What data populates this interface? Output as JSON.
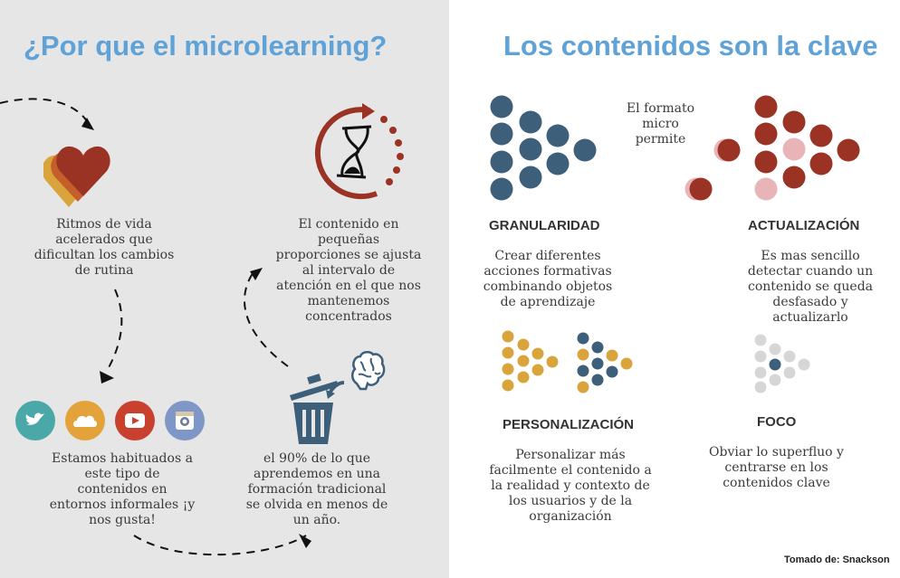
{
  "left": {
    "title": "¿Por que el  microlearning?",
    "heart_text": "Ritmos de vida\nacelerados que\ndificultan los cambios\nde rutina",
    "hourglass_text": "El contenido en\npequeñas\nproporciones se ajusta\nal intervalo de\natención en el que nos\nmantenemos\nconcentrados",
    "social_text": "Estamos habituados a\neste tipo de\ncontenidos en\nentornos informales ¡y\nnos gusta!",
    "trash_text": "el 90% de lo que\naprendemos en una\nformación tradicional\nse olvida en menos de\nun año."
  },
  "right": {
    "title": "Los contenidos son la clave",
    "center_text": "El formato micro\npermite",
    "granularidad": {
      "heading": "GRANULARIDAD",
      "text": "Crear diferentes\nacciones formativas\ncombinando objetos\nde aprendizaje"
    },
    "actualizacion": {
      "heading": "ACTUALIZACIÓN",
      "text": "Es mas sencillo\ndetectar cuando un\ncontenido se queda\ndesfasado y\nactualizarlo"
    },
    "personalizacion": {
      "heading": "PERSONALIZACIÓN",
      "text": "Personalizar más\nfacilmente el contenido a\nla realidad y contexto de\nlos usuarios y de la\norganización"
    },
    "foco": {
      "heading": "FOCO",
      "text": "Obviar lo superfluo y\ncentrarse en los\ncontenidos clave"
    },
    "credit": "Tomado de: Snackson"
  },
  "colors": {
    "title_blue": "#5ea2d8",
    "navy": "#3d5f7a",
    "dark_red": "#9a3324",
    "pink": "#e8b4b8",
    "gold": "#d9a43c",
    "light_gray": "#d6d6d6",
    "left_bg": "#e6e6e6"
  },
  "icons": [
    "heart-icon",
    "hourglass-icon",
    "twitter-icon",
    "cloud-icon",
    "youtube-icon",
    "instagram-icon",
    "trash-icon",
    "brain-icon"
  ]
}
